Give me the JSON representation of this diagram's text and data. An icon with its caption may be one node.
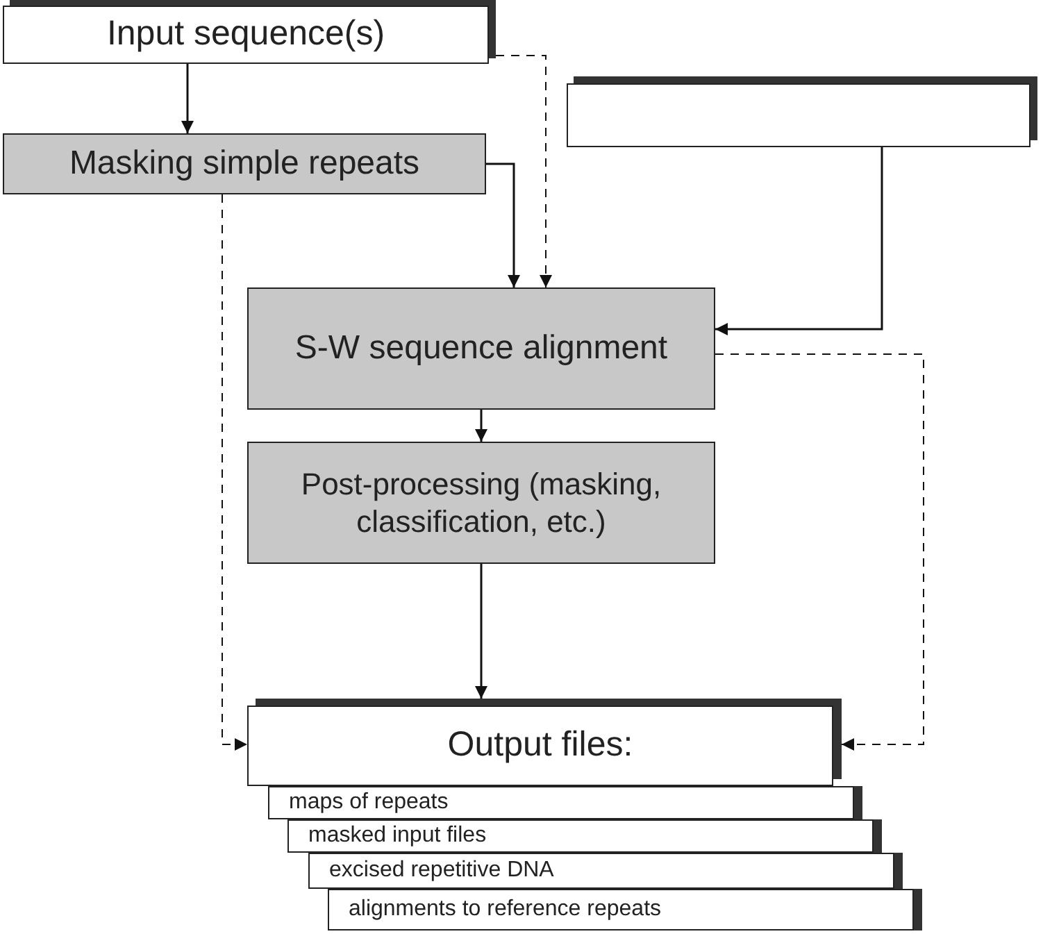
{
  "diagram": {
    "nodes": [
      {
        "text": [
          "Input sequence(s)"
        ]
      },
      {
        "text": [
          "Masking simple repeats"
        ]
      },
      {
        "text": [],
        "shape": "box"
      },
      {
        "text": [
          "S-W sequence alignment"
        ]
      },
      {
        "text": [
          "Post-processing (masking, classification, etc.)"
        ]
      },
      {
        "text": [
          "Output files:"
        ]
      },
      {
        "text": [
          "maps of repeats"
        ]
      },
      {
        "text": [
          "masked input files"
        ]
      },
      {
        "text": [
          "excised repetitive DNA"
        ]
      },
      {
        "text": [
          "alignments to reference repeats"
        ]
      }
    ],
    "edges": [
      {
        "from": 0,
        "to": 1,
        "arrow": "to"
      },
      {
        "from": 1,
        "to": 3,
        "arrow": "to"
      },
      {
        "from": 0,
        "to": 3,
        "arrow": "to",
        "style": "dashed"
      },
      {
        "from": 2,
        "to": 3,
        "arrow": "to"
      },
      {
        "from": 1,
        "to": 5,
        "arrow": "to",
        "style": "dashed"
      },
      {
        "from": 3,
        "to": 4,
        "arrow": "to"
      },
      {
        "from": 3,
        "to": 5,
        "arrow": "to",
        "style": "dashed"
      },
      {
        "from": 4,
        "to": 5,
        "arrow": "to"
      }
    ]
  }
}
